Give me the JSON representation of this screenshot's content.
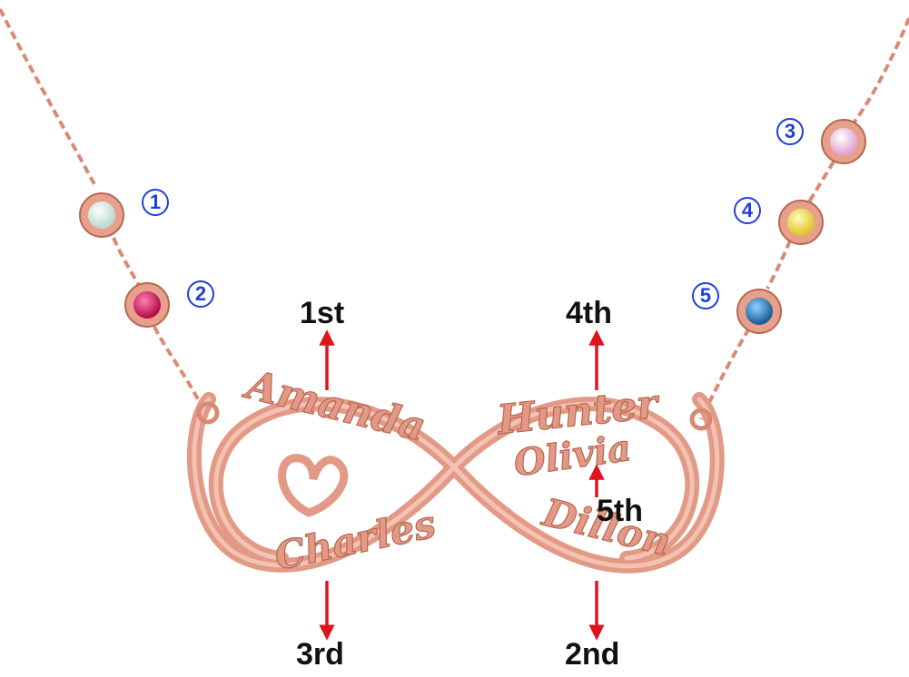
{
  "positions": {
    "first": "1st",
    "second": "2nd",
    "third": "3rd",
    "fourth": "4th",
    "fifth": "5th"
  },
  "names": {
    "amanda": "Amanda",
    "hunter": "Hunter",
    "olivia": "Olivia",
    "charles": "Charles",
    "dillon": "Dillon"
  },
  "stone_numbers": [
    "1",
    "2",
    "3",
    "4",
    "5"
  ],
  "colors": {
    "metal": "#e29a86",
    "metal_dark": "#b8664f",
    "arrow": "#e0141c",
    "number_circle": "#1f3fd8",
    "stone_1": "#d8eee6",
    "stone_2": "#d6195f",
    "stone_3": "#f0c8e4",
    "stone_4": "#f3e04a",
    "stone_5": "#2f7fc0"
  }
}
